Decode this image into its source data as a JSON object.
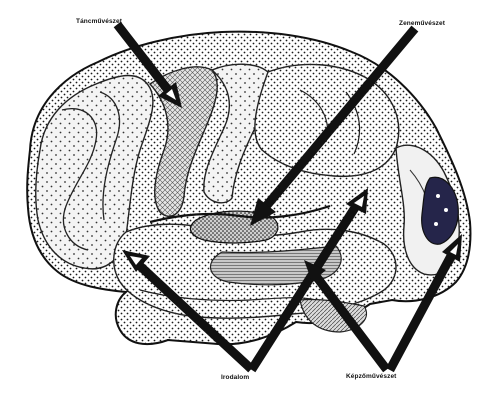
{
  "labels": {
    "tancmuveszet": "Táncművészet",
    "zenemuveszet": "Zeneművészet",
    "irodalom": "Irodalom",
    "kepzomuveszet": "Képzőművészet"
  },
  "colors": {
    "ink": "#111111",
    "background": "#ffffff",
    "shade_light": "#d9d9d9",
    "shade_mid": "#bdbdbd",
    "shade_dark": "#8a8a8a",
    "occipital_dark": "#25254a"
  }
}
